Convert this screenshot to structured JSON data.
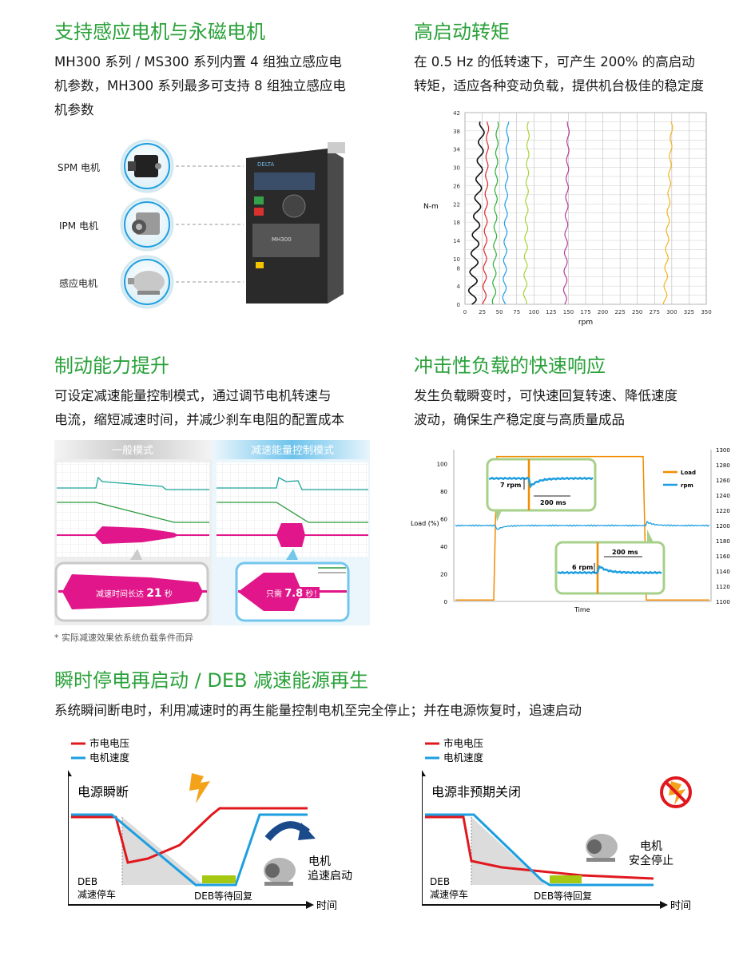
{
  "sections": {
    "motor": {
      "title": "支持感应电机与永磁电机",
      "lines": [
        "MH300 系列 / MS300 系列内置 4 组独立感应电",
        "机参数，MH300 系列最多可支持 8 组独立感应电",
        "机参数"
      ],
      "labels": [
        "SPM 电机",
        "IPM 电机",
        "感应电机"
      ],
      "device_brand": "DELTA",
      "device_model": "MH300"
    },
    "torque": {
      "title": "高启动转矩",
      "lines": [
        "在 0.5 Hz 的低转速下，可产生 200% 的高启动",
        "转矩，适应各种变动负载，提供机台极佳的稳定度"
      ]
    },
    "braking": {
      "title": "制动能力提升",
      "lines": [
        "可设定减速能量控制模式，通过调节电机转速与",
        "电流，缩短减速时间，并减少刹车电阻的配置成本"
      ],
      "mode_normal": "一般模式",
      "mode_energy": "减速能量控制模式",
      "callout_normal_pre": "减速时间长达",
      "callout_normal_num": "21",
      "callout_normal_post": "秒",
      "callout_energy_pre": "只需",
      "callout_energy_num": "7.8",
      "callout_energy_post": "秒！",
      "footnote": "* 实际减速效果依系统负载条件而异"
    },
    "impact": {
      "title": "冲击性负载的快速响应",
      "lines": [
        "发生负载瞬变时，可快速回复转速、降低速度",
        "波动，确保生产稳定度与高质量成品"
      ]
    },
    "deb": {
      "title": "瞬时停电再启动 / DEB 减速能源再生",
      "line": "系统瞬间断电时，利用减速时的再生能量控制电机至完全停止；并在电源恢复时，追速启动",
      "legend_voltage": "市电电压",
      "legend_speed": "电机速度",
      "left_title": "电源瞬断",
      "right_title": "电源非预期关闭",
      "deb_label_1": "DEB",
      "deb_label_2": "减速停车",
      "wait_label": "DEB等待回复",
      "motor_restart_1": "电机",
      "motor_restart_2": "追速启动",
      "motor_stop_1": "电机",
      "motor_stop_2": "安全停止",
      "time_label": "时间"
    }
  },
  "chart_data": [
    {
      "type": "line",
      "title": "",
      "xlabel": "rpm",
      "ylabel": "N-m",
      "xlim": [
        0,
        350
      ],
      "ylim": [
        0,
        42
      ],
      "xticks": [
        0,
        25,
        50,
        75,
        100,
        125,
        150,
        175,
        200,
        225,
        250,
        275,
        300,
        325,
        350
      ],
      "yticks": [
        0,
        4,
        8,
        10,
        14,
        18,
        22,
        26,
        30,
        34,
        38,
        42
      ],
      "grid": true,
      "series": [
        {
          "color": "#111111",
          "x": [
            10,
            25
          ],
          "y": [
            0,
            40
          ]
        },
        {
          "color": "#e0262a",
          "x": [
            28,
            33
          ],
          "y": [
            0,
            40
          ]
        },
        {
          "color": "#2fae36",
          "x": [
            42,
            47
          ],
          "y": [
            0,
            40
          ]
        },
        {
          "color": "#1d9ee0",
          "x": [
            57,
            62
          ],
          "y": [
            0,
            40
          ]
        },
        {
          "color": "#a7d337",
          "x": [
            87,
            92
          ],
          "y": [
            0,
            40
          ]
        },
        {
          "color": "#b63c9a",
          "x": [
            145,
            150
          ],
          "y": [
            0,
            40
          ]
        },
        {
          "color": "#f2b51c",
          "x": [
            290,
            300
          ],
          "y": [
            0,
            40
          ]
        }
      ]
    },
    {
      "type": "line",
      "title": "",
      "xlabel": "Time",
      "ylabel": "Load (%)",
      "ylim": [
        0,
        110
      ],
      "yticks_left": [
        0,
        20,
        40,
        60,
        80,
        100
      ],
      "y2lim": [
        1100,
        1300
      ],
      "yticks_right": [
        1100,
        1120,
        1140,
        1160,
        1180,
        1200,
        1220,
        1240,
        1260,
        1280,
        1300
      ],
      "legend": "top-right",
      "series": [
        {
          "name": "Load",
          "color": "#f28c00"
        },
        {
          "name": "rpm",
          "color": "#1d9ee0"
        }
      ],
      "annotations": [
        "7 rpm",
        "200 ms",
        "6 rpm",
        "200 ms"
      ]
    }
  ]
}
